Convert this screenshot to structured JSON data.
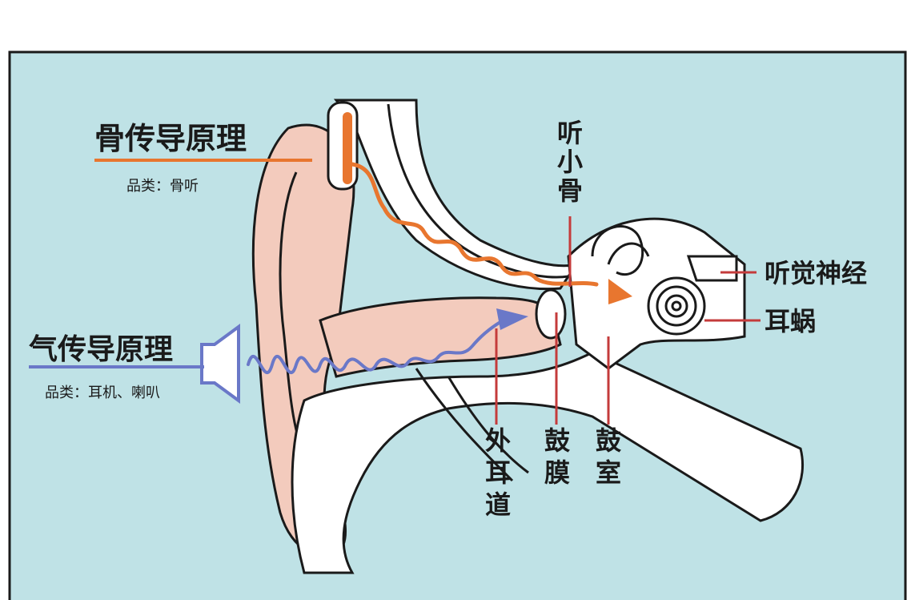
{
  "colors": {
    "background": "#bfe2e6",
    "frame": "#1a1a1a",
    "skin": "#f3cbbd",
    "bone_line": "#ffffff",
    "outline": "#1a1a1a",
    "bone_conduction": "#e8762f",
    "air_conduction": "#6a78c8",
    "pointer": "#c43b3b"
  },
  "headings": {
    "bone": "骨传导原理",
    "air": "气传导原理"
  },
  "subtitles": {
    "bone": "品类：骨听",
    "air": "品类：耳机、喇叭"
  },
  "labels": {
    "ossicles": "听小骨",
    "auditory_nerve": "听觉神经",
    "cochlea": "耳蜗",
    "ear_canal": "外耳道",
    "eardrum": "鼓膜",
    "tympanic_cavity": "鼓室"
  }
}
